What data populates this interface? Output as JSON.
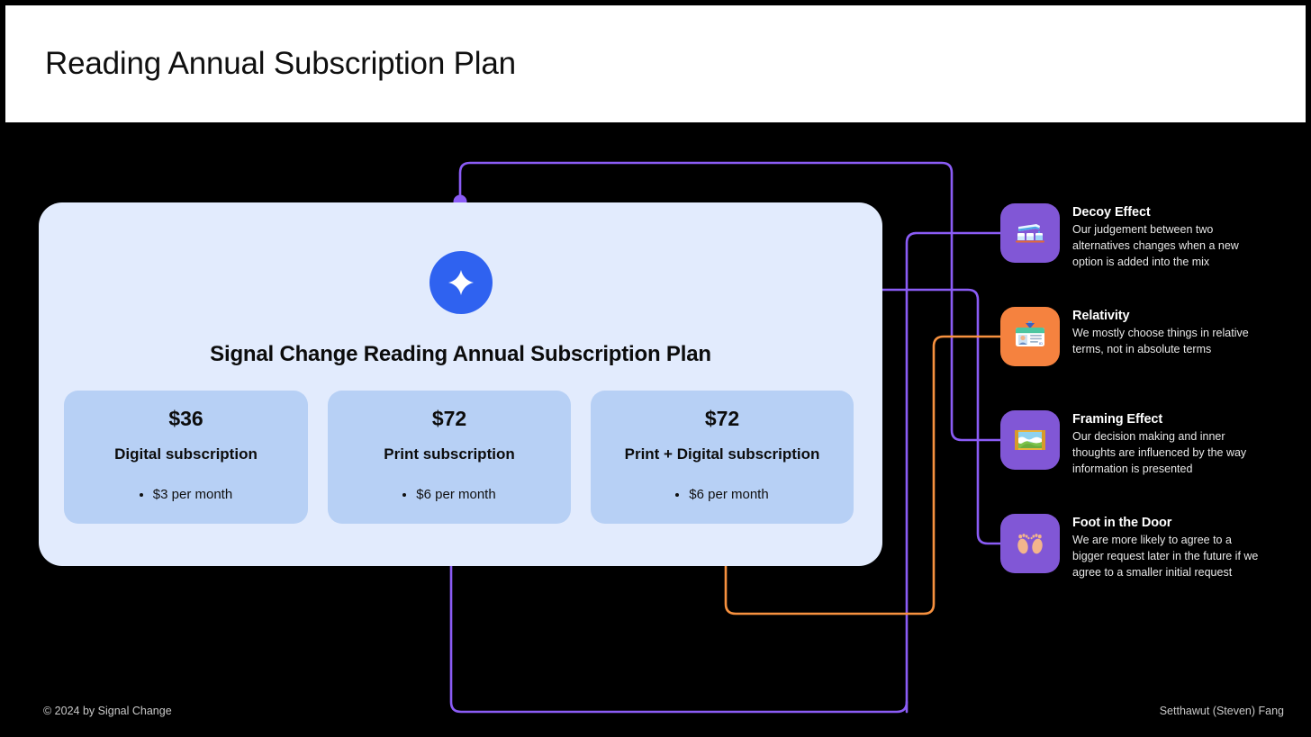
{
  "header": {
    "title": "Reading Annual Subscription Plan"
  },
  "plan": {
    "logo_icon": "signal-change-star-logo",
    "heading": "Signal Change Reading Annual Subscription Plan",
    "tiers": [
      {
        "price": "$36",
        "name": "Digital subscription",
        "bullets": [
          "$3 per month"
        ]
      },
      {
        "price": "$72",
        "name": "Print subscription",
        "bullets": [
          "$6 per month"
        ]
      },
      {
        "price": "$72",
        "name": "Print + Digital subscription",
        "bullets": [
          "$6 per month"
        ]
      }
    ]
  },
  "biases": [
    {
      "title": "Decoy Effect",
      "desc": "Our judgement between two alternatives changes when a new option is added into the mix",
      "icon": "bottle-pouring-cups-icon",
      "icon_bg": "#8157d6",
      "connector_color": "#8b5cf6"
    },
    {
      "title": "Relativity",
      "desc": "We mostly choose things in relative terms, not in absolute terms",
      "icon": "id-badge-icon",
      "icon_bg": "#f5823f",
      "connector_color": "#f7913f"
    },
    {
      "title": "Framing Effect",
      "desc": "Our decision making and inner thoughts are influenced by the way information is presented",
      "icon": "framed-picture-icon",
      "icon_bg": "#8157d6",
      "connector_color": "#8b5cf6"
    },
    {
      "title": "Foot in the Door",
      "desc": "We are more likely to agree to a bigger request later in the future if we agree to a smaller initial request",
      "icon": "footprints-icon",
      "icon_bg": "#8157d6",
      "connector_color": "#8b5cf6"
    }
  ],
  "footer": {
    "left": "© 2024 by Signal Change",
    "right": "Setthawut (Steven) Fang"
  },
  "colors": {
    "background": "#000000",
    "header_bg": "#ffffff",
    "card_bg": "#e2ebfd",
    "tier_bg": "#b7d0f5",
    "logo_bg": "#2f62f0",
    "purple": "#8b5cf6",
    "orange": "#f7913f",
    "text_dark": "#0c0c0c",
    "text_light": "#ffffff"
  }
}
